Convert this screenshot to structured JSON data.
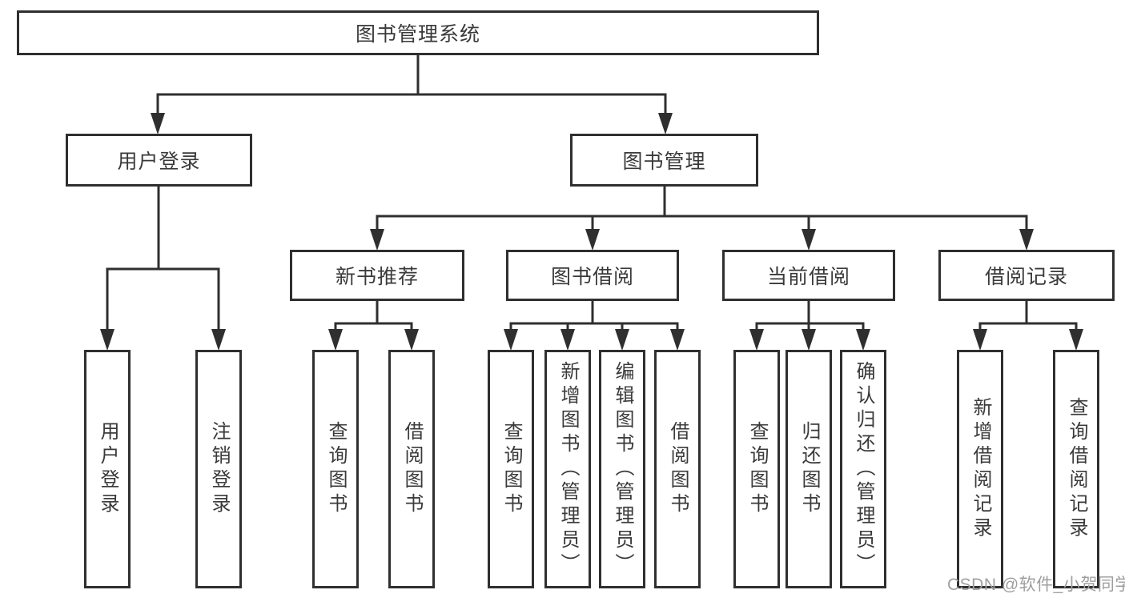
{
  "diagram": {
    "title": "图书管理系统",
    "level2": {
      "user_login": {
        "label": "用户登录",
        "children": [
          "用户登录",
          "注销登录"
        ]
      },
      "book_management": {
        "label": "图书管理",
        "sections": [
          {
            "label": "新书推荐",
            "children": [
              "查询图书",
              "借阅图书"
            ]
          },
          {
            "label": "图书借阅",
            "children": [
              "查询图书",
              "新增图书（管理员）",
              "编辑图书（管理员）",
              "借阅图书"
            ]
          },
          {
            "label": "当前借阅",
            "children": [
              "查询图书",
              "归还图书",
              "确认归还（管理员）"
            ]
          },
          {
            "label": "借阅记录",
            "children": [
              "新增借阅记录",
              "查询借阅记录"
            ]
          }
        ]
      }
    },
    "colors": {
      "line": "#2f2f2f",
      "text": "#3a3a3a",
      "box_background": "#ffffff",
      "watermark": "#9f9f9f"
    }
  },
  "watermark": "CSDN @软件_小贺同学"
}
